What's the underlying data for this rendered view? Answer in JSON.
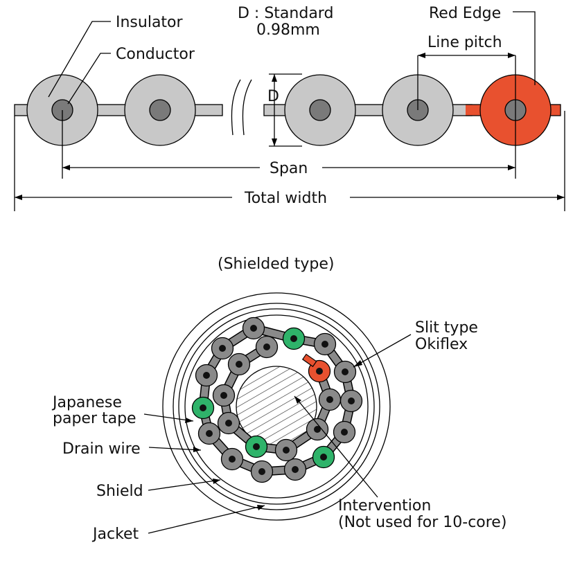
{
  "flat_cable": {
    "labels": {
      "insulator": "Insulator",
      "conductor": "Conductor",
      "d_standard": "D : Standard",
      "d_value": "0.98mm",
      "red_edge": "Red Edge",
      "line_pitch": "Line pitch",
      "d": "D",
      "span": "Span",
      "total_width": "Total width"
    },
    "colors": {
      "insulator": "#c8c8c8",
      "conductor": "#7a7a7a",
      "red_edge": "#e8512f"
    }
  },
  "shielded": {
    "title": "(Shielded type)",
    "labels": {
      "slit_type_1": "Slit type",
      "slit_type_2": "Okiflex",
      "japanese_tape_1": "Japanese",
      "japanese_tape_2": "paper tape",
      "drain_wire": "Drain wire",
      "shield": "Shield",
      "jacket": "Jacket",
      "intervention_1": "Intervention",
      "intervention_2": "(Not used for 10-core)"
    },
    "colors": {
      "core": "#8a8a8a",
      "green": "#2fb36a",
      "red": "#e8512f",
      "conductor": "#111111"
    }
  }
}
